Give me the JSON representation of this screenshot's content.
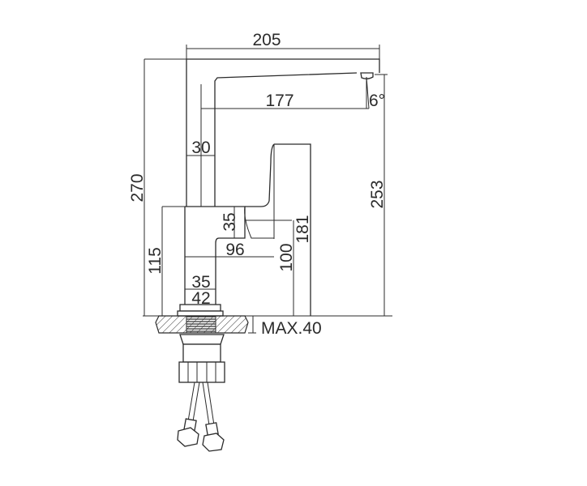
{
  "diagram": {
    "type": "technical-drawing",
    "subject": "single-lever basin faucet side elevation",
    "stroke_color": "#2b2b2b",
    "background": "#ffffff",
    "dimensions": {
      "overall_width": "205",
      "spout_reach": "177",
      "spout_angle": "6°",
      "body_column_width": "30",
      "overall_height": "270",
      "spout_height": "253",
      "lever_height": "181",
      "lever_block": "35",
      "body_height": "115",
      "body_depth": "96",
      "body_offset_height": "100",
      "base_inner": "35",
      "base_outer": "42",
      "max_deck_thickness": "MAX.40"
    }
  }
}
